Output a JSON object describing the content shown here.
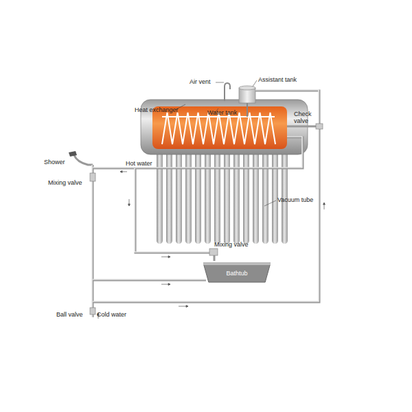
{
  "diagram": {
    "nodes": [
      {
        "text": [
          "Bathtub"
        ]
      }
    ],
    "labels": [
      "Air vent",
      "Assistant tank",
      "Heat exchanger",
      "Water tank",
      "Check valve",
      "Shower",
      "Hot water",
      "Mixing valve",
      "Vacuum tube",
      "Mixing valve",
      "Ball valve",
      "Cold water"
    ]
  }
}
